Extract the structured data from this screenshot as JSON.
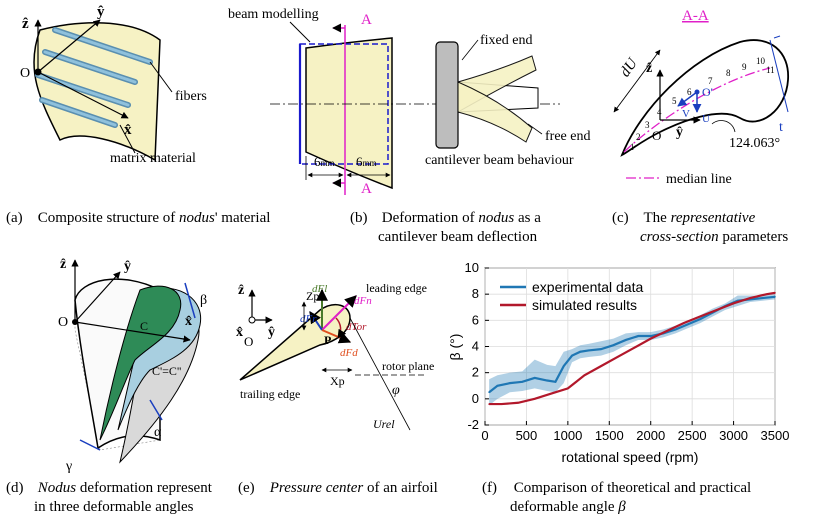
{
  "captions": {
    "a": {
      "letter": "(a)",
      "pre": "Composite structure of ",
      "italic": "nodus",
      "post": "' material"
    },
    "b": {
      "letter": "(b)",
      "line1": "Deformation of ",
      "italic": "nodus",
      "line1_post": " as a",
      "line2": "cantilever beam deflection"
    },
    "c": {
      "letter": "(c)",
      "line1_pre": "The ",
      "italic1": "representative",
      "italic2": "cross-section",
      "line2_post": " parameters"
    },
    "d": {
      "letter": "(d)",
      "italic": "Nodus",
      "line1_post": " deformation represent",
      "line2": "in three deformable angles"
    },
    "e": {
      "letter": "(e)",
      "italic": "Pressure center",
      "post": " of an airfoil"
    },
    "f": {
      "letter": "(f)",
      "line1": "Comparison of theoretical and practical",
      "line2": "deformable angle ",
      "beta": "β"
    }
  },
  "panel_a": {
    "axis_z": "ẑ",
    "axis_y": "ŷ",
    "axis_x": "x̂",
    "origin": "O",
    "fibers": "fibers",
    "matrix": "matrix material"
  },
  "panel_b": {
    "beam_modelling": "beam modelling",
    "section_top": "A",
    "section_bottom": "A",
    "dim_left": "6",
    "dim_right": "6",
    "dim_unit": "mm",
    "fixed_end": "fixed end",
    "free_end": "free end",
    "cantilever": "cantilever beam behaviour"
  },
  "panel_c": {
    "title": "A-A",
    "dU": "dU",
    "axis_z": "ẑ",
    "axis_y": "ŷ",
    "origin": "O",
    "o_prime": "O'",
    "V": "V",
    "U": "U",
    "t": "t",
    "angle": "124.063°",
    "median": "median line",
    "points": [
      "1",
      "2",
      "3",
      "4",
      "5",
      "6",
      "7",
      "8",
      "9",
      "10",
      "11"
    ]
  },
  "panel_d": {
    "axis_z": "ẑ",
    "axis_y": "ŷ",
    "axis_x": "x̂",
    "origin": "O",
    "beta": "β",
    "alpha": "α",
    "gamma": "γ",
    "C": "C",
    "Cp": "C'=C''"
  },
  "panel_e": {
    "axis_z": "ẑ",
    "axis_y": "ŷ",
    "axis_x": "x̂",
    "origin": "O",
    "dFl": "dFl",
    "dFn": "dFn",
    "dFr": "dFr",
    "dTor": "dTor",
    "dFd": "dFd",
    "P": "P",
    "Zp": "Zp",
    "Xp": "Xp",
    "leading": "leading edge",
    "trailing": "trailing edge",
    "rotor_plane": "rotor plane",
    "phi": "φ",
    "Urel": "Urel"
  },
  "chart_data": {
    "type": "line",
    "xlabel": "rotational speed (rpm)",
    "ylabel": "β (°)",
    "xlim": [
      0,
      3500
    ],
    "ylim": [
      -2,
      10
    ],
    "xticks": [
      0,
      500,
      1000,
      1500,
      2000,
      2500,
      3000,
      3500
    ],
    "yticks": [
      -2,
      0,
      2,
      4,
      6,
      8,
      10
    ],
    "grid": true,
    "legend": "top-left",
    "series": [
      {
        "name": "experimental data",
        "color": "#1f77b4",
        "x": [
          50,
          150,
          300,
          450,
          600,
          750,
          850,
          950,
          1050,
          1150,
          1250,
          1400,
          1550,
          1700,
          1850,
          2000,
          2150,
          2300,
          2450,
          2600,
          2750,
          2900,
          3050,
          3200,
          3350,
          3500
        ],
        "y": [
          0.5,
          1.0,
          1.2,
          1.3,
          1.6,
          1.4,
          1.3,
          2.5,
          3.3,
          3.6,
          3.7,
          3.8,
          4.1,
          4.5,
          4.8,
          4.8,
          5.0,
          5.3,
          5.7,
          6.1,
          6.6,
          7.1,
          7.5,
          7.6,
          7.7,
          7.8
        ],
        "band_low": [
          -0.5,
          0.0,
          0.5,
          0.6,
          0.8,
          0.6,
          0.5,
          1.2,
          2.8,
          3.1,
          3.2,
          3.3,
          3.6,
          4.1,
          4.5,
          4.5,
          4.7,
          5.0,
          5.4,
          5.8,
          6.3,
          6.8,
          7.1,
          7.4,
          7.5,
          7.6
        ],
        "band_high": [
          1.5,
          1.8,
          2.0,
          2.1,
          3.0,
          2.6,
          2.5,
          3.6,
          3.8,
          4.1,
          4.2,
          4.4,
          4.6,
          5.0,
          5.1,
          5.1,
          5.3,
          5.6,
          6.0,
          6.4,
          6.9,
          7.3,
          7.9,
          7.9,
          7.9,
          8.0
        ]
      },
      {
        "name": "simulated results",
        "color": "#b2182b",
        "x": [
          50,
          200,
          400,
          600,
          800,
          1000,
          1100,
          1200,
          1400,
          1600,
          1800,
          2000,
          2200,
          2400,
          2600,
          2800,
          3000,
          3200,
          3400,
          3500
        ],
        "y": [
          -0.4,
          -0.4,
          -0.3,
          0.0,
          0.4,
          0.8,
          1.3,
          1.8,
          2.5,
          3.2,
          3.9,
          4.6,
          5.2,
          5.8,
          6.3,
          6.8,
          7.3,
          7.7,
          8.0,
          8.1
        ]
      }
    ]
  }
}
